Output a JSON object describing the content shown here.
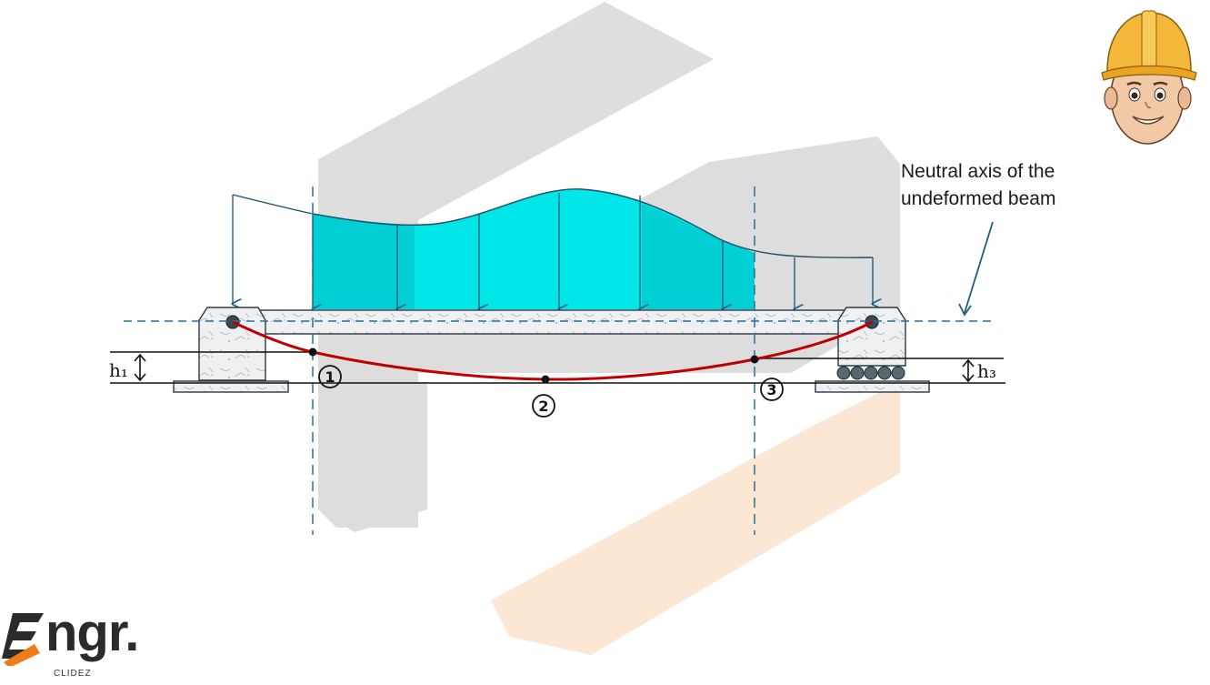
{
  "annotation": {
    "line1": "Neutral axis of the",
    "line2": "undeformed beam"
  },
  "labels": {
    "h1": "h₁",
    "h3": "h₃",
    "point1": "1",
    "point2": "2",
    "point3": "3"
  },
  "logo": {
    "word": "ngr.",
    "sub": "CLIDEZ"
  },
  "colors": {
    "load_fill": "#00e5e8",
    "load_fill_dark": "#00cfd2",
    "deflection_curve": "#c00000",
    "axis_dashed": "#2a6f97",
    "arrow": "#1f5f80",
    "watermark_gray": "#d9d9d9",
    "watermark_orange": "#fbe3cc",
    "logo_orange": "#f07d1a"
  },
  "icons": {
    "mascot": "engineer-mascot-icon",
    "pin_support": "pin-support-icon",
    "roller_support": "roller-support-icon"
  }
}
